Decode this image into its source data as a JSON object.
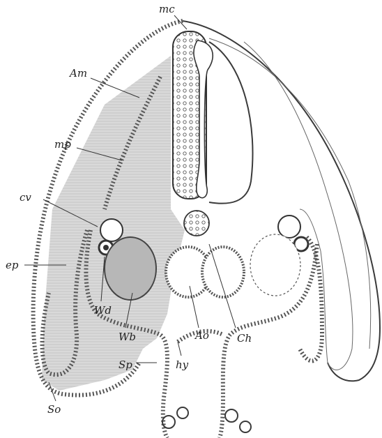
{
  "labels": {
    "mc": "mc",
    "am": "Am",
    "mp": "mp",
    "cv": "cv",
    "ep": "ep",
    "wd": "Wd",
    "wb": "Wb",
    "sp": "Sp",
    "so": "So",
    "ao": "Ao",
    "hy": "hy",
    "ch": "Ch"
  },
  "colors": {
    "ink": "#333333",
    "shading": "#cfcfcf",
    "paper": "#ffffff"
  }
}
